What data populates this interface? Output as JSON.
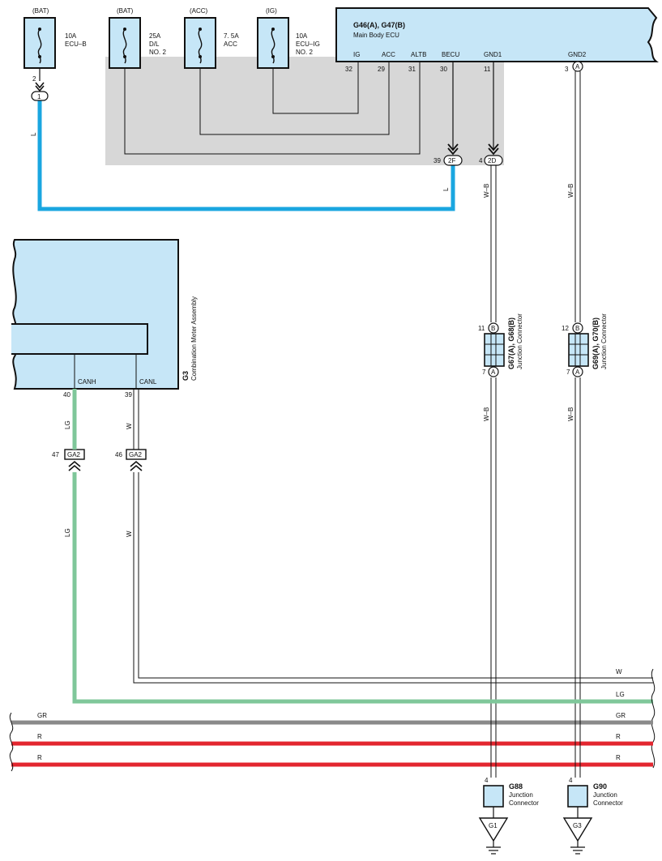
{
  "ecu": {
    "title": "G46(A), G47(B)",
    "subtitle": "Main Body ECU",
    "pins": [
      {
        "name": "IG",
        "num": "32"
      },
      {
        "name": "ACC",
        "num": "29"
      },
      {
        "name": "ALTB",
        "num": "31"
      },
      {
        "name": "BECU",
        "num": "30"
      },
      {
        "name": "GND1",
        "num": "11"
      },
      {
        "name": "GND2",
        "num": "3"
      }
    ],
    "gnd2_letter": "A"
  },
  "fuses": [
    {
      "source": "(BAT)",
      "line1": "10A",
      "line2": "ECU–B",
      "line3": ""
    },
    {
      "source": "(BAT)",
      "line1": "25A",
      "line2": "D/L",
      "line3": "NO. 2"
    },
    {
      "source": "(ACC)",
      "line1": "7. 5A",
      "line2": "ACC",
      "line3": ""
    },
    {
      "source": "(IG)",
      "line1": "10A",
      "line2": "ECU–IG",
      "line3": "NO. 2"
    }
  ],
  "fuse_out": {
    "pin": "2",
    "conn": "1"
  },
  "conn_2f": {
    "pin": "39",
    "label": "2F"
  },
  "conn_2d": {
    "pin": "4",
    "label": "2D"
  },
  "wires": {
    "L": "L",
    "WB": "W–B",
    "LG": "LG",
    "W": "W",
    "GR": "GR",
    "R": "R"
  },
  "meter": {
    "code": "G3",
    "name": "Combination Meter Assembly",
    "canh": "CANH",
    "canl": "CANL",
    "canh_pin": "40",
    "canl_pin": "39"
  },
  "ga2_left": {
    "pin": "47",
    "label": "GA2"
  },
  "ga2_right": {
    "pin": "46",
    "label": "GA2"
  },
  "jc_left": {
    "code": "G67(A), G68(B)",
    "name": "Junction Connector",
    "top_pin": "11",
    "top_letter": "B",
    "bot_pin": "7",
    "bot_letter": "A"
  },
  "jc_right": {
    "code": "G69(A), G70(B)",
    "name": "Junction Connector",
    "top_pin": "12",
    "top_letter": "B",
    "bot_pin": "7",
    "bot_letter": "A"
  },
  "g88": {
    "code": "G88",
    "l1": "Junction",
    "l2": "Connector",
    "pin": "4",
    "ground": "G1"
  },
  "g90": {
    "code": "G90",
    "l1": "Junction",
    "l2": "Connector",
    "pin": "4",
    "ground": "G3"
  },
  "colors": {
    "blue": "#1aa6e0",
    "green": "#7fc79a",
    "grey": "#8a8a8a",
    "red": "#e3262f",
    "box": "#c6e6f7",
    "shade": "#d7d7d7"
  }
}
